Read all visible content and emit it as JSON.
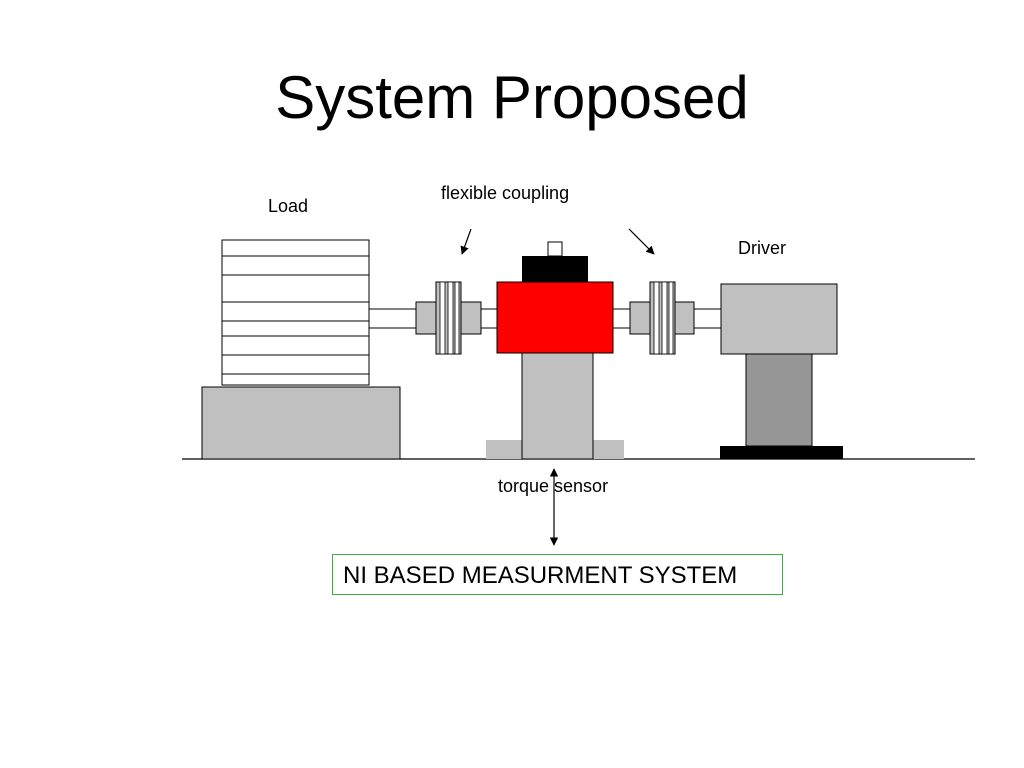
{
  "title": "System Proposed",
  "labels": {
    "flexible_coupling": "flexible coupling",
    "load": "Load",
    "driver": "Driver",
    "torque_sensor": "torque sensor"
  },
  "measurement_box": {
    "text": "NI BASED MEASURMENT SYSTEM",
    "border_color": "#3cb043"
  },
  "colors": {
    "sensor": "#ff0000",
    "component_fill": "#c0c0c0",
    "driver_stand": "#969696",
    "dark": "#000000"
  }
}
